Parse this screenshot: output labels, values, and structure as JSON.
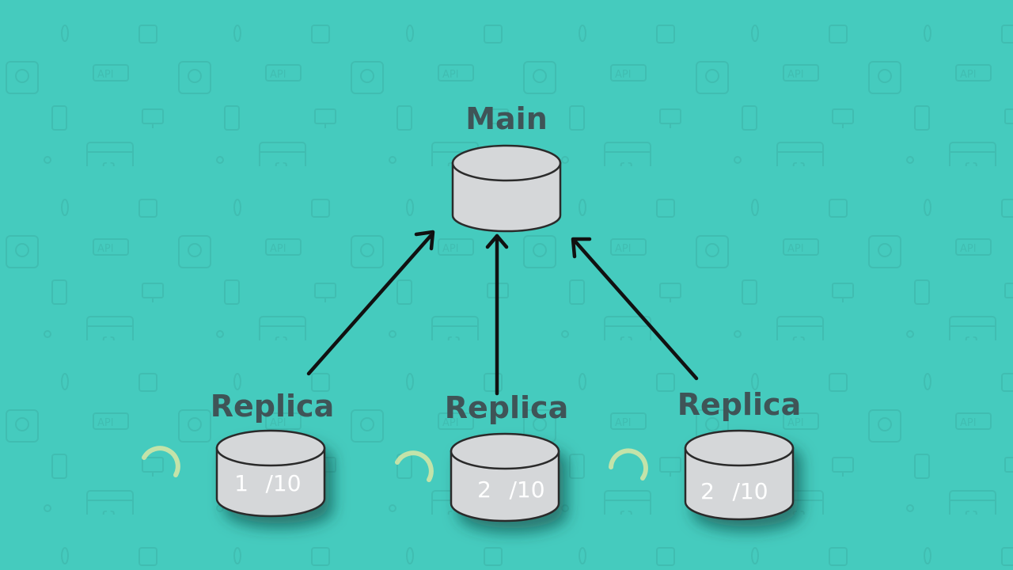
{
  "colors": {
    "background": "#45cbbe",
    "label": "#3f5457",
    "cylinder_fill": "#d5d7d9",
    "cylinder_stroke": "#2b2b2b",
    "arrow": "#111111",
    "spinner": "#d9e8a6"
  },
  "main": {
    "label": "Main"
  },
  "replicas": [
    {
      "label": "Replica",
      "count": "1",
      "total": "/10"
    },
    {
      "label": "Replica",
      "count": "2",
      "total": "/10"
    },
    {
      "label": "Replica",
      "count": "2",
      "total": "/10"
    }
  ],
  "background_icons": [
    "api-icon",
    "code-window-icon",
    "monitor-icon",
    "phone-icon",
    "settings-icon"
  ]
}
